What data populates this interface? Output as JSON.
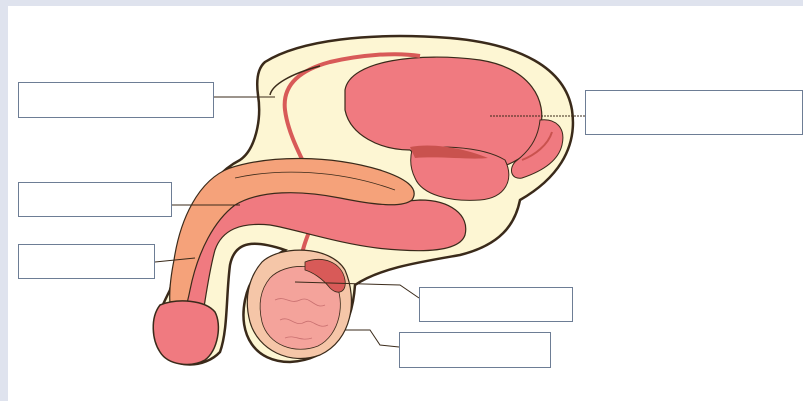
{
  "diagram": {
    "colors": {
      "background": "#dfe3ee",
      "panel": "#ffffff",
      "tissue": "#fdf6d3",
      "outline": "#3a2a1a",
      "organ": "#f07a80",
      "organ_dark": "#d85a58",
      "shaft_light": "#f5a27a",
      "label_border": "#6d7d95"
    },
    "labels": [
      {
        "id": "upper-left",
        "text": ""
      },
      {
        "id": "mid-left",
        "text": ""
      },
      {
        "id": "lower-left",
        "text": ""
      },
      {
        "id": "right",
        "text": ""
      },
      {
        "id": "bottom-1",
        "text": ""
      },
      {
        "id": "bottom-2",
        "text": ""
      }
    ]
  }
}
